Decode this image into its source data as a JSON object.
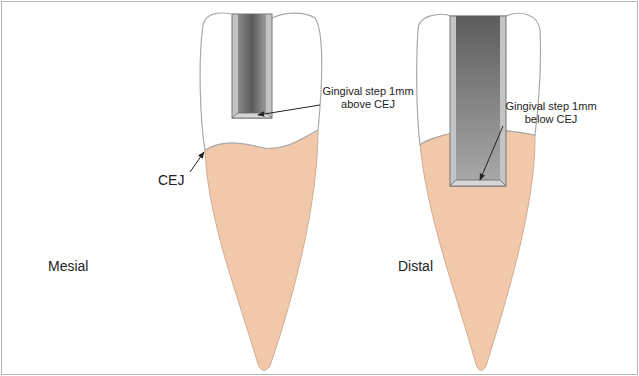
{
  "diagram": {
    "labels": [
      "Gingival step 1mm above CEJ",
      "CEJ",
      "Mesial",
      "Gingival step 1mm below CEJ",
      "Distal"
    ]
  }
}
